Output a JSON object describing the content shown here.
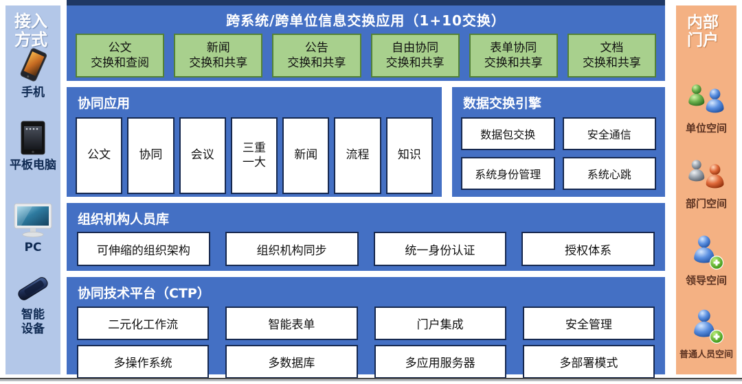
{
  "access_panel": {
    "title_lines": [
      "接入",
      "方式"
    ],
    "items": [
      {
        "label": "手机",
        "icon": "smartphone-icon"
      },
      {
        "label": "平板电脑",
        "icon": "tablet-icon"
      },
      {
        "label": "PC",
        "icon": "pc-monitor-icon"
      },
      {
        "label": "智能设备",
        "icon": "smart-device-icon"
      }
    ]
  },
  "exchange_section": {
    "title": "跨系统/跨单位信息交换应用（1+10交换）",
    "boxes": [
      {
        "line1": "公文",
        "line2": "交换和查阅"
      },
      {
        "line1": "新闻",
        "line2": "交换和共享"
      },
      {
        "line1": "公告",
        "line2": "交换和共享"
      },
      {
        "line1": "自由协同",
        "line2": "交换和共享"
      },
      {
        "line1": "表单协同",
        "line2": "交换和共享"
      },
      {
        "line1": "文档",
        "line2": "交换和共享"
      }
    ]
  },
  "collab_section": {
    "title": "协同应用",
    "boxes": [
      "公文",
      "协同",
      "会议",
      "三重一大",
      "新闻",
      "流程",
      "知识"
    ]
  },
  "engine_section": {
    "title": "数据交换引擎",
    "boxes": [
      "数据包交换",
      "安全通信",
      "系统身份管理",
      "系统心跳"
    ]
  },
  "org_section": {
    "title": "组织机构人员库",
    "boxes": [
      "可伸缩的组织架构",
      "组织机构同步",
      "统一身份认证",
      "授权体系"
    ]
  },
  "ctp_section": {
    "title": "协同技术平台（CTP）",
    "row1": [
      "二元化工作流",
      "智能表单",
      "门户集成",
      "安全管理"
    ],
    "row2": [
      "多操作系统",
      "多数据库",
      "多应用服务器",
      "多部署模式"
    ]
  },
  "portal_panel": {
    "title_lines": [
      "内部",
      "门户"
    ],
    "items": [
      {
        "label": "单位空间",
        "icon": "unit-space-icon"
      },
      {
        "label": "部门空间",
        "icon": "department-space-icon"
      },
      {
        "label": "领导空间",
        "icon": "leader-space-icon"
      },
      {
        "label": "普通人员空间",
        "icon": "staff-space-icon"
      }
    ]
  },
  "colors": {
    "main_blue": "#4470C4",
    "navy_strip": "#1F3864",
    "left_sidebar": "#B3C7E8",
    "right_sidebar": "#F4B183",
    "green_fill": "#A8D08D",
    "green_border": "#538135",
    "box_border": "#16284E",
    "portal_label": "#5B3221"
  }
}
